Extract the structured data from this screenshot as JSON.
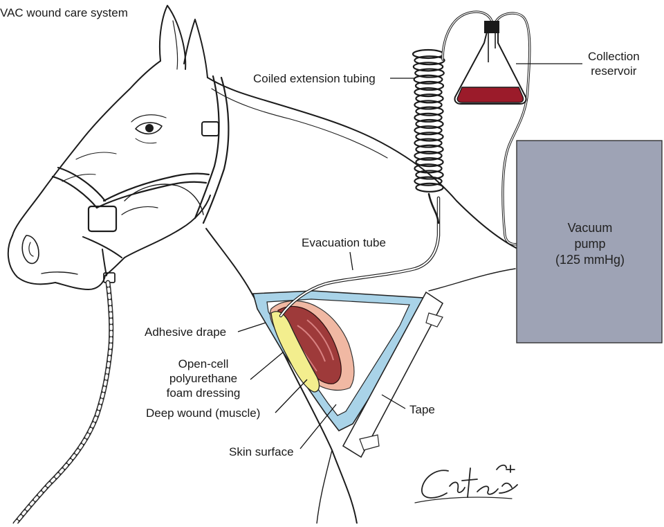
{
  "title": "VAC wound care system",
  "labels": {
    "coiled_tubing": "Coiled extension tubing",
    "collection_reservoir": [
      "Collection",
      "reservoir"
    ],
    "vacuum_pump": [
      "Vacuum",
      "pump",
      "(125 mmHg)"
    ],
    "evacuation_tube": "Evacuation tube",
    "adhesive_drape": "Adhesive drape",
    "foam_dressing": [
      "Open-cell",
      "polyurethane",
      "foam dressing"
    ],
    "deep_wound": "Deep wound (muscle)",
    "tape": "Tape",
    "skin_surface": "Skin surface"
  },
  "signature": "Carter '04",
  "colors": {
    "pump_fill": "#9ea3b5",
    "reservoir_fluid": "#9b1b2a",
    "drape": "#a9d3e8",
    "foam": "#f3ee8e",
    "muscle": "#9e3a3a",
    "wound_edge": "#f0b8a3"
  }
}
